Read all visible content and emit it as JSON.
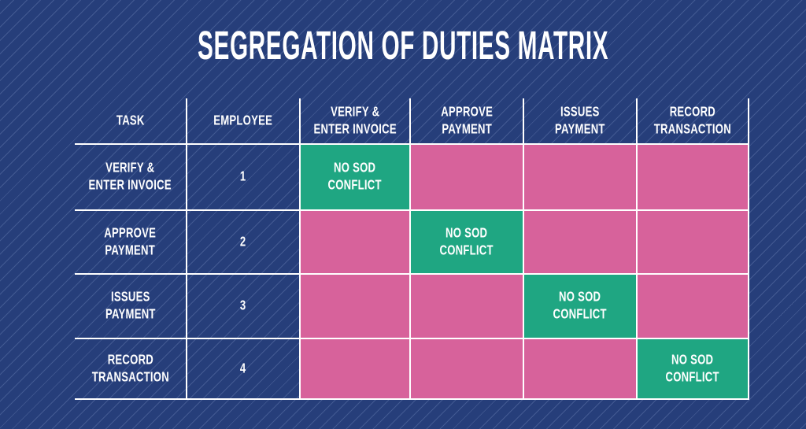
{
  "title": "SEGREGATION OF DUTIES MATRIX",
  "colors": {
    "background": "#263E7A",
    "stripe": "#4C6199",
    "grid_line": "#FFFFFF",
    "text": "#FFFFFF",
    "no_conflict_green": "#1FA682",
    "conflict_pink": "#D7629B"
  },
  "table": {
    "columns": [
      "TASK",
      "EMPLOYEE",
      "VERIFY &\nENTER INVOICE",
      "APPROVE\nPAYMENT",
      "ISSUES\nPAYMENT",
      "RECORD\nTRANSACTION"
    ],
    "no_conflict_label": "NO SOD\nCONFLICT",
    "rows": [
      {
        "task": "VERIFY &\nENTER INVOICE",
        "employee": "1",
        "matrix": [
          "NO SOD\nCONFLICT",
          "",
          "",
          ""
        ]
      },
      {
        "task": "APPROVE\nPAYMENT",
        "employee": "2",
        "matrix": [
          "",
          "NO SOD\nCONFLICT",
          "",
          ""
        ]
      },
      {
        "task": "ISSUES\nPAYMENT",
        "employee": "3",
        "matrix": [
          "",
          "",
          "NO SOD\nCONFLICT",
          ""
        ]
      },
      {
        "task": "RECORD\nTRANSACTION",
        "employee": "4",
        "matrix": [
          "",
          "",
          "",
          "NO SOD\nCONFLICT"
        ]
      }
    ]
  }
}
